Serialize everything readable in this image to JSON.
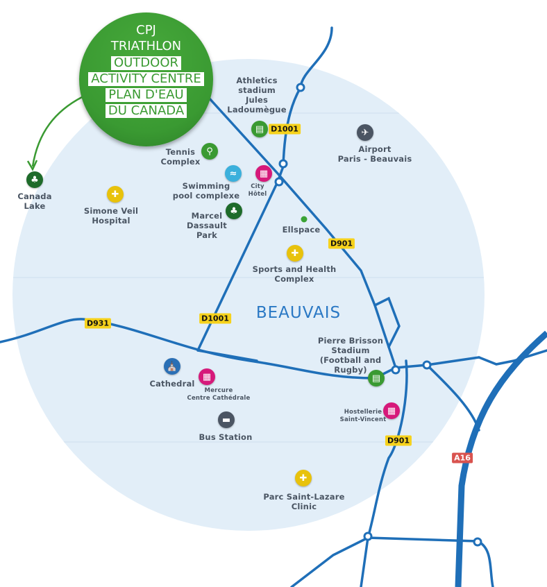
{
  "hero": {
    "line1": "CPJ",
    "line2": "TRIATHLON",
    "boxes": [
      "OUTDOOR",
      "ACTIVITY CENTRE",
      "PLAN D'EAU",
      "DU CANADA"
    ]
  },
  "city": "BEAUVAIS",
  "roads": [
    "D1001",
    "D901",
    "D931",
    "D1001",
    "D901",
    "A16"
  ],
  "pois": [
    {
      "name": "athletics-stadium",
      "label": [
        "Athletics",
        "stadium",
        "Jules",
        "Ladoumègue"
      ],
      "icon": "stadium-icon",
      "color": "#3a9a32"
    },
    {
      "name": "airport",
      "label": [
        "Airport",
        "Paris - Beauvais"
      ],
      "icon": "airplane-icon",
      "color": "#4b5563"
    },
    {
      "name": "tennis-complex",
      "label": [
        "Tennis",
        "Complex"
      ],
      "icon": "tennis-icon",
      "color": "#3a9a32"
    },
    {
      "name": "swimming-pool",
      "label": [
        "Swimming",
        "pool complexe"
      ],
      "icon": "swimmer-icon",
      "color": "#3bb0dc"
    },
    {
      "name": "city-hotel",
      "label": [
        "City",
        "Hôtel"
      ],
      "icon": "hotel-icon",
      "color": "#d6197a"
    },
    {
      "name": "canada-lake",
      "label": [
        "Canada",
        "Lake"
      ],
      "icon": "tree-icon",
      "color": "#1e6b2a"
    },
    {
      "name": "simone-veil-hospital",
      "label": [
        "Simone Veil",
        "Hospital"
      ],
      "icon": "medical-cross-icon",
      "color": "#e8c20c"
    },
    {
      "name": "marcel-dassault-park",
      "label": [
        "Marcel",
        "Dassault",
        "Park"
      ],
      "icon": "tree-icon",
      "color": "#1e6b2a"
    },
    {
      "name": "ellspace",
      "label": [
        "Ellspace"
      ],
      "icon": "dot-icon",
      "color": "#3aa335"
    },
    {
      "name": "sports-health-complex",
      "label": [
        "Sports and Health",
        "Complex"
      ],
      "icon": "medical-cross-icon",
      "color": "#e8c20c"
    },
    {
      "name": "pierre-brisson-stadium",
      "label": [
        "Pierre Brisson",
        "Stadium",
        "(Football and",
        "Rugby)"
      ],
      "icon": "stadium-icon",
      "color": "#3a9a32"
    },
    {
      "name": "cathedral",
      "label": [
        "Cathedral"
      ],
      "icon": "cathedral-icon",
      "color": "#2a6fb5"
    },
    {
      "name": "mercure-hotel",
      "label": [
        "Mercure",
        "Centre Cathédrale"
      ],
      "icon": "hotel-icon",
      "color": "#d6197a"
    },
    {
      "name": "hostellerie-saint-vincent",
      "label": [
        "Hostellerie",
        "Saint-Vincent"
      ],
      "icon": "hotel-icon",
      "color": "#d6197a"
    },
    {
      "name": "bus-station",
      "label": [
        "Bus Station"
      ],
      "icon": "bus-icon",
      "color": "#4b5563"
    },
    {
      "name": "parc-saint-lazare-clinic",
      "label": [
        "Parc Saint-Lazare",
        "Clinic"
      ],
      "icon": "medical-cross-icon",
      "color": "#e8c20c"
    }
  ]
}
